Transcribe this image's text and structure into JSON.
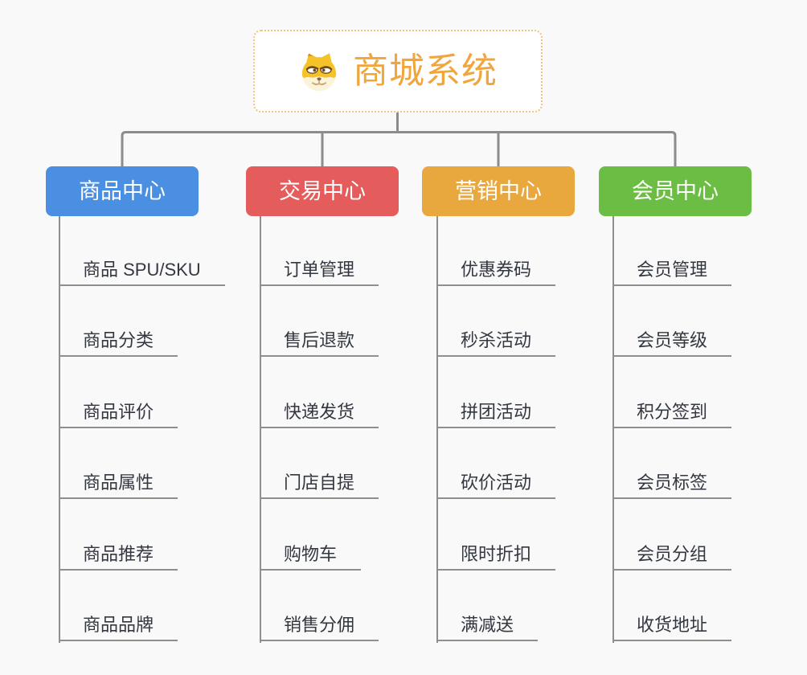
{
  "root": {
    "title": "商城系统",
    "icon": "doge-icon",
    "title_color": "#f0a63c",
    "border_color": "#f2c57f"
  },
  "branches": [
    {
      "label": "商品中心",
      "color": "#4b8fe2",
      "children": [
        "商品 SPU/SKU",
        "商品分类",
        "商品评价",
        "商品属性",
        "商品推荐",
        "商品品牌"
      ]
    },
    {
      "label": "交易中心",
      "color": "#e45c5c",
      "children": [
        "订单管理",
        "售后退款",
        "快递发货",
        "门店自提",
        "购物车",
        "销售分佣"
      ]
    },
    {
      "label": "营销中心",
      "color": "#e9a83e",
      "children": [
        "优惠券码",
        "秒杀活动",
        "拼团活动",
        "砍价活动",
        "限时折扣",
        "满减送"
      ]
    },
    {
      "label": "会员中心",
      "color": "#6cbd43",
      "children": [
        "会员管理",
        "会员等级",
        "积分签到",
        "会员标签",
        "会员分组",
        "收货地址"
      ]
    }
  ],
  "connector_color": "#8c8c8c",
  "underline_color": "#8f8f8f",
  "child_text_color": "#333740"
}
